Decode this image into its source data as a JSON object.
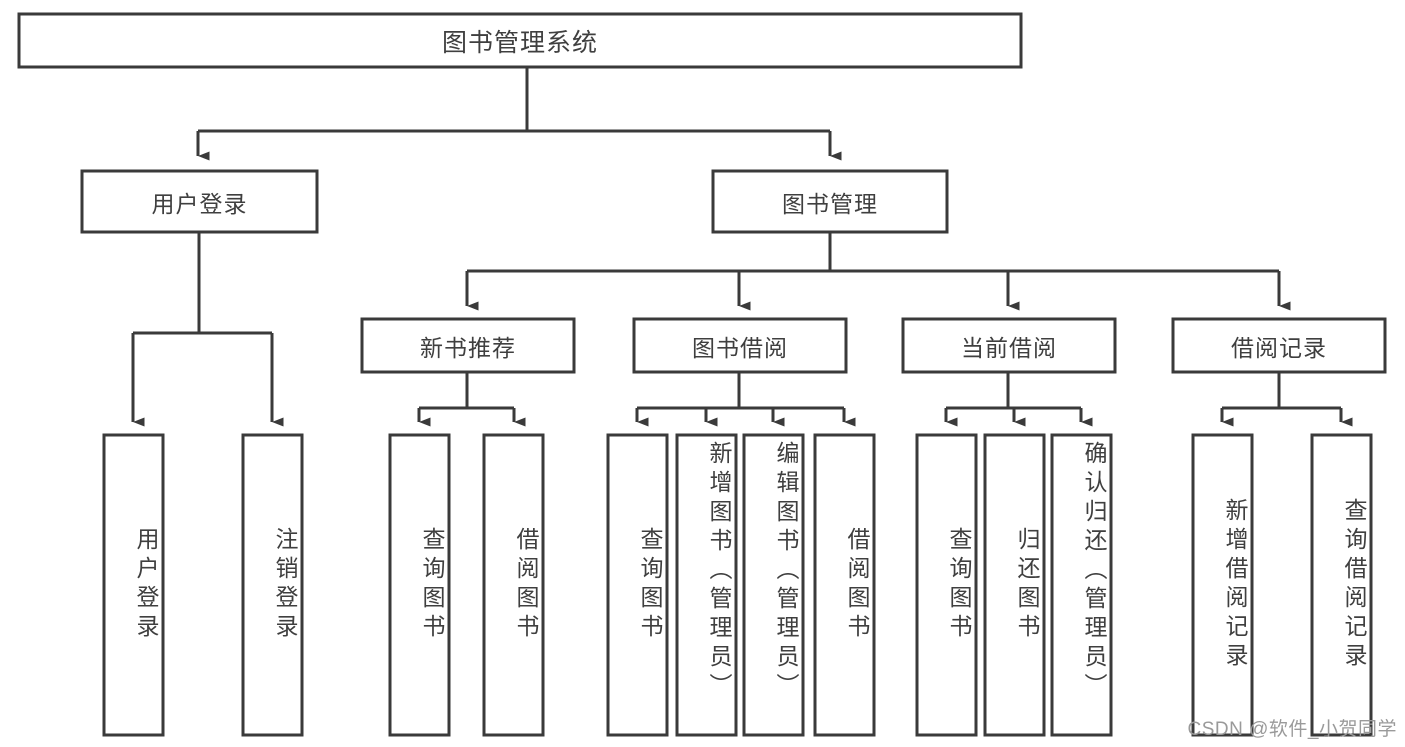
{
  "diagram": {
    "type": "tree-hierarchy",
    "title": "图书管理系统",
    "watermark": "CSDN @软件_小贺同学",
    "colors": {
      "stroke": "#3a3a3a",
      "box_fill": "#ffffff",
      "text": "#3f3f3f",
      "background": "#ffffff",
      "watermark": "#9a9a9a"
    },
    "levels": {
      "root": {
        "label": "图书管理系统"
      },
      "level2": [
        {
          "id": "user-login",
          "label": "用户登录"
        },
        {
          "id": "book-manage",
          "label": "图书管理"
        }
      ],
      "level3": [
        {
          "id": "new-book-recommend",
          "label": "新书推荐"
        },
        {
          "id": "book-borrow",
          "label": "图书借阅"
        },
        {
          "id": "current-borrow",
          "label": "当前借阅"
        },
        {
          "id": "borrow-record",
          "label": "借阅记录"
        }
      ],
      "leaves": [
        {
          "id": "leaf-user-login",
          "label": "用户登录",
          "parent": "user-login",
          "align": "center"
        },
        {
          "id": "leaf-user-logout",
          "label": "注销登录",
          "parent": "user-login",
          "align": "center"
        },
        {
          "id": "leaf-query-book-1",
          "label": "查询图书",
          "parent": "new-book-recommend",
          "align": "center"
        },
        {
          "id": "leaf-borrow-book-1",
          "label": "借阅图书",
          "parent": "new-book-recommend",
          "align": "center"
        },
        {
          "id": "leaf-query-book-2",
          "label": "查询图书",
          "parent": "book-borrow",
          "align": "center"
        },
        {
          "id": "leaf-add-book",
          "label": "新增图书（管理员）",
          "parent": "book-borrow",
          "align": "top"
        },
        {
          "id": "leaf-edit-book",
          "label": "编辑图书（管理员）",
          "parent": "book-borrow",
          "align": "top"
        },
        {
          "id": "leaf-borrow-book-2",
          "label": "借阅图书",
          "parent": "book-borrow",
          "align": "center"
        },
        {
          "id": "leaf-query-book-3",
          "label": "查询图书",
          "parent": "current-borrow",
          "align": "center"
        },
        {
          "id": "leaf-return-book",
          "label": "归还图书",
          "parent": "current-borrow",
          "align": "center"
        },
        {
          "id": "leaf-confirm-return",
          "label": "确认归还（管理员）",
          "parent": "current-borrow",
          "align": "top"
        },
        {
          "id": "leaf-add-record",
          "label": "新增借阅记录",
          "parent": "borrow-record",
          "align": "center"
        },
        {
          "id": "leaf-query-record",
          "label": "查询借阅记录",
          "parent": "borrow-record",
          "align": "center"
        }
      ]
    }
  }
}
